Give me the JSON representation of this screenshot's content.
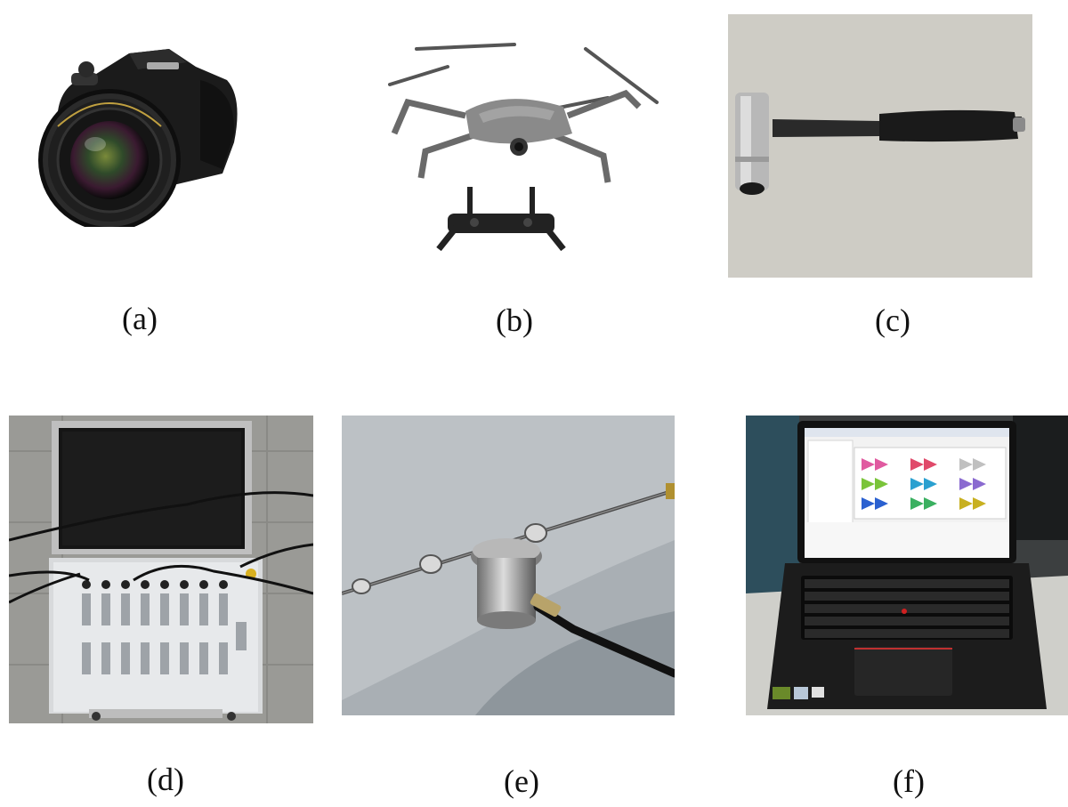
{
  "panels": [
    {
      "id": "a",
      "label": "(a)",
      "subject": "camera"
    },
    {
      "id": "b",
      "label": "(b)",
      "subject": "drone-with-remote-controller"
    },
    {
      "id": "c",
      "label": "(c)",
      "subject": "impact-hammer"
    },
    {
      "id": "d",
      "label": "(d)",
      "subject": "data-acquisition-system"
    },
    {
      "id": "e",
      "label": "(e)",
      "subject": "accelerometer-on-cable"
    },
    {
      "id": "f",
      "label": "(f)",
      "subject": "laptop-with-software"
    }
  ],
  "colors": {
    "background": "#ffffff",
    "label_text": "#111111"
  }
}
